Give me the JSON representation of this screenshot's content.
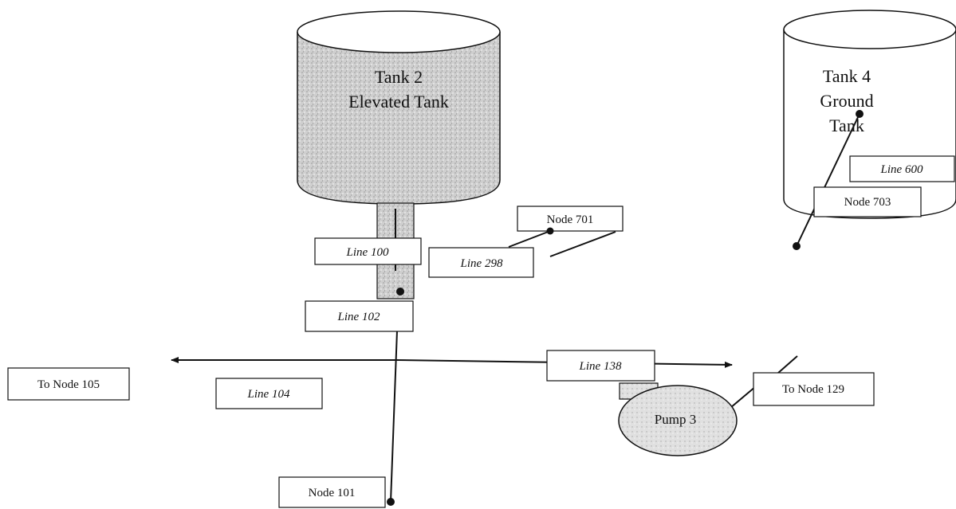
{
  "tanks": {
    "tank2": {
      "title": "Tank 2",
      "subtitle": "Elevated Tank"
    },
    "tank4": {
      "title": "Tank 4",
      "subtitle_1": "Ground",
      "subtitle_2": "Tank"
    }
  },
  "pump": {
    "label": "Pump 3"
  },
  "nodes": {
    "node_701": "Node 701",
    "node_703": "Node 703",
    "node_101": "Node 101",
    "to_node_105": "To Node 105",
    "to_node_129": "To Node 129"
  },
  "lines": {
    "line_100": "Line 100",
    "line_298": "Line 298",
    "line_102": "Line 102",
    "line_104": "Line 104",
    "line_138": "Line 138",
    "line_600": "Line 600"
  },
  "colors": {
    "stroke": "#111111",
    "tank2_fill": "#c9c9c9",
    "stem_fill": "#bdbdbd",
    "pump_fill": "#d9d9d9",
    "box_fill": "#ffffff"
  }
}
